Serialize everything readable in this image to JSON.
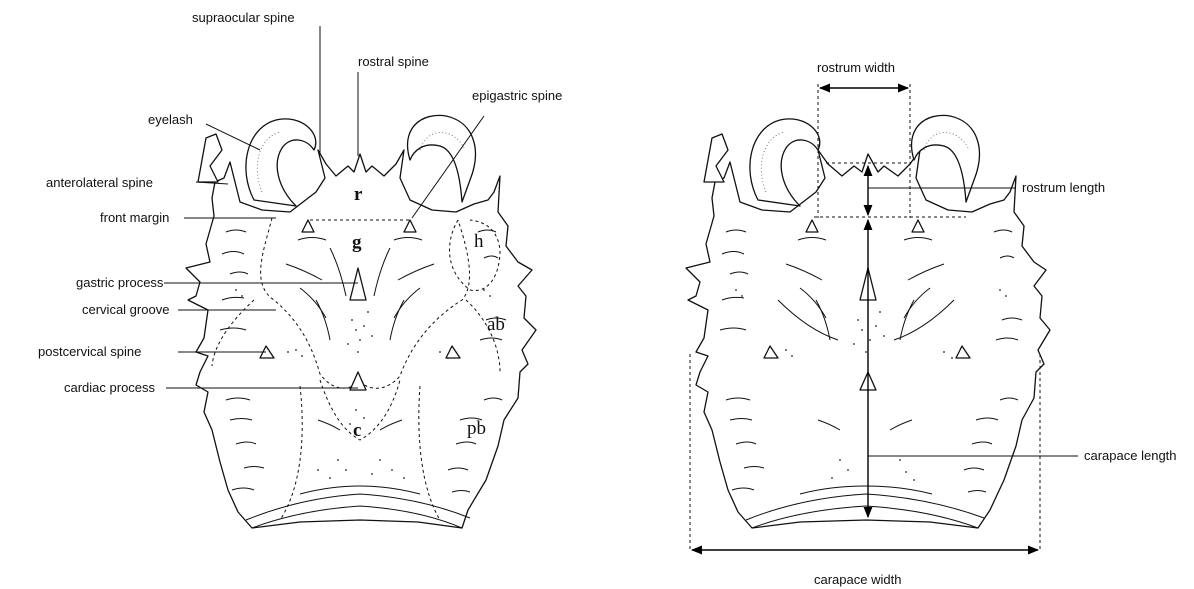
{
  "left_labels": {
    "supraocular_spine": "supraocular spine",
    "rostral_spine": "rostral spine",
    "epigastric_spine": "epigastric spine",
    "eyelash": "eyelash",
    "anterolateral_spine": "anterolateral spine",
    "front_margin": "front margin",
    "gastric_process": "gastric process",
    "cervical_groove": "cervical groove",
    "postcervical_spine": "postcervical spine",
    "cardiac_process": "cardiac process"
  },
  "region_letters": {
    "r": "r",
    "g": "g",
    "h": "h",
    "ab": "ab",
    "pb": "pb",
    "c": "c"
  },
  "right_labels": {
    "rostrum_width": "rostrum width",
    "rostrum_length": "rostrum length",
    "carapace_length": "carapace length",
    "carapace_width": "carapace width"
  }
}
